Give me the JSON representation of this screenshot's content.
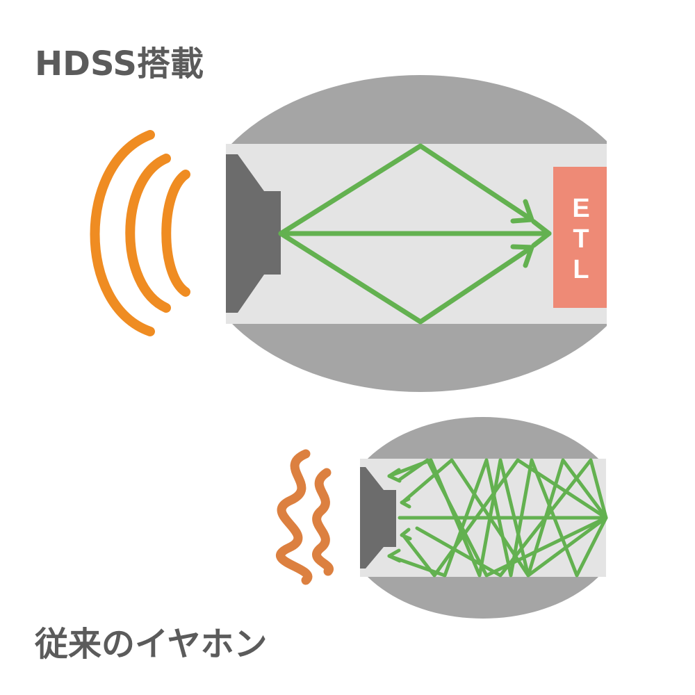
{
  "hdss": {
    "title": "HDSS搭載",
    "etl_letters": [
      "E",
      "T",
      "L"
    ]
  },
  "conventional": {
    "title": "従来のイヤホン"
  },
  "colors": {
    "shell": "#a5a5a5",
    "chamber": "#e4e4e4",
    "driver": "#6c6c6c",
    "sound_path": "#63b150",
    "etl_block": "#ee8a76",
    "clear_wave": "#ef8c22",
    "distorted_wave": "#dc8040",
    "caption_text": "#5b5b5b"
  }
}
